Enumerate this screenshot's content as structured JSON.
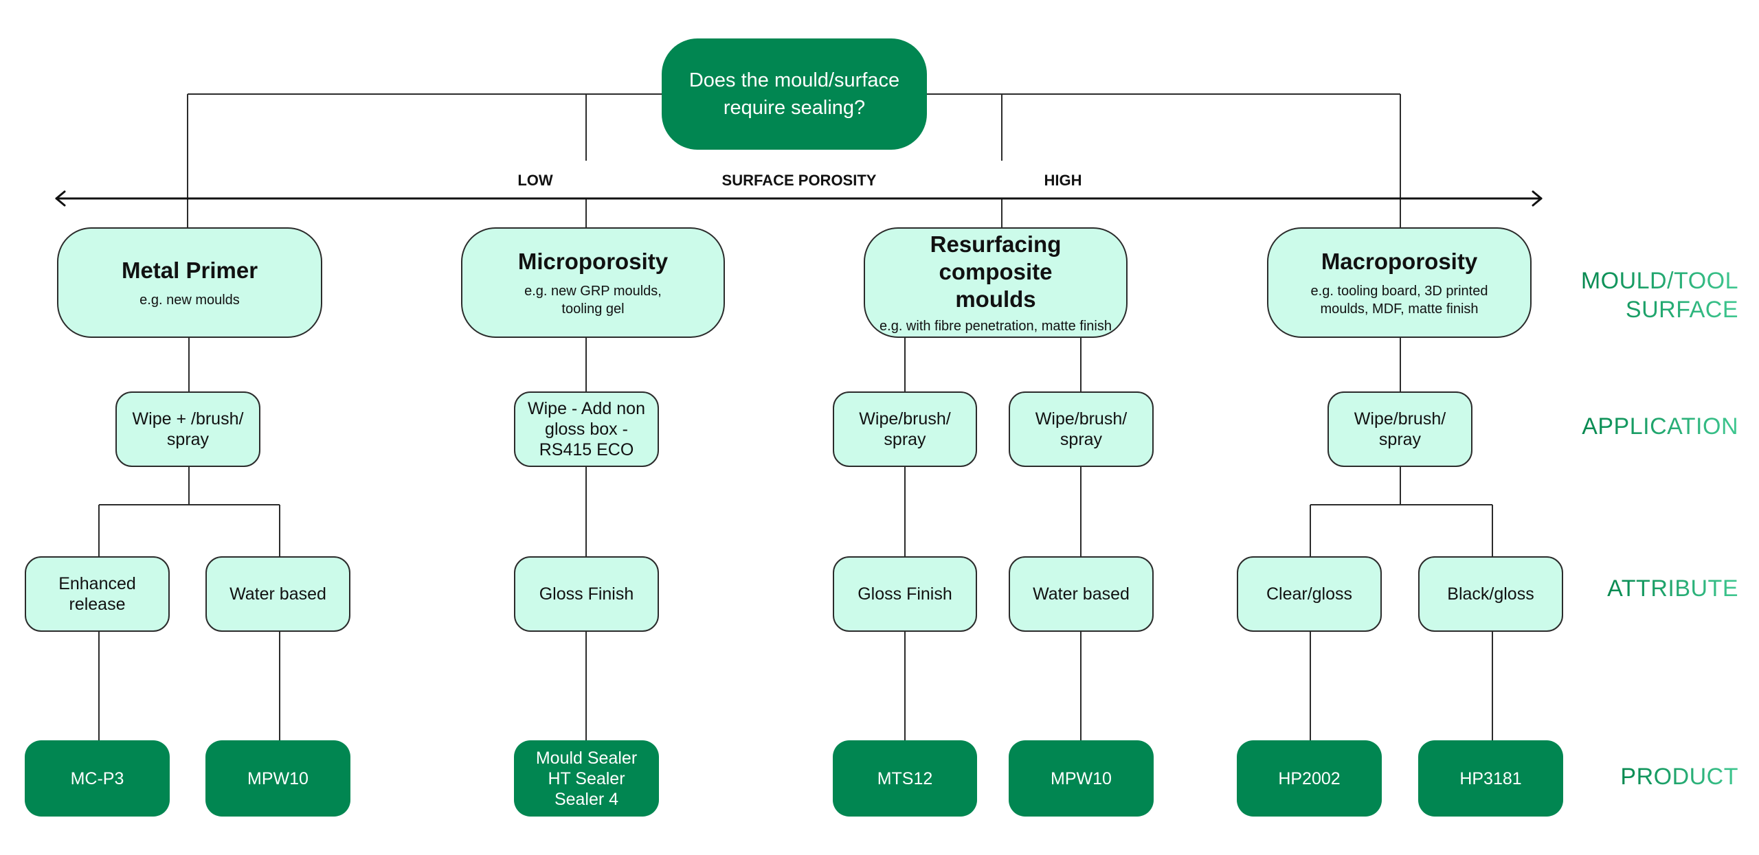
{
  "question": "Does the mould/surface require sealing?",
  "axis": {
    "low": "LOW",
    "title": "SURFACE POROSITY",
    "high": "HIGH"
  },
  "levels": {
    "surface": "MOULD/TOOL\nSURFACE",
    "application": "APPLICATION",
    "attribute": "ATTRIBUTE",
    "product": "PRODUCT"
  },
  "surfaces": [
    {
      "title": "Metal Primer",
      "sub": "e.g. new moulds"
    },
    {
      "title": "Microporosity",
      "sub": "e.g. new GRP moulds, tooling gel"
    },
    {
      "title": "Resurfacing composite moulds",
      "sub": "e.g. with fibre penetration, matte finish"
    },
    {
      "title": "Macroporosity",
      "sub": "e.g. tooling board, 3D printed moulds, MDF, matte finish"
    }
  ],
  "applications": [
    "Wipe + /brush/ spray",
    "Wipe - Add non gloss box - RS415 ECO",
    "Wipe/brush/ spray",
    "Wipe/brush/ spray",
    "Wipe/brush/ spray"
  ],
  "attributes": [
    "Enhanced release",
    "Water based",
    "Gloss Finish",
    "Gloss Finish",
    "Water based",
    "Clear/gloss",
    "Black/gloss"
  ],
  "products": [
    "MC-P3",
    "MPW10",
    "Mould Sealer\nHT Sealer\nSealer 4",
    "MTS12",
    "MPW10",
    "HP2002",
    "HP3181"
  ],
  "colors": {
    "primary_green": "#018651",
    "light_mint": "#ccfbea",
    "line": "#2b2b2b"
  }
}
